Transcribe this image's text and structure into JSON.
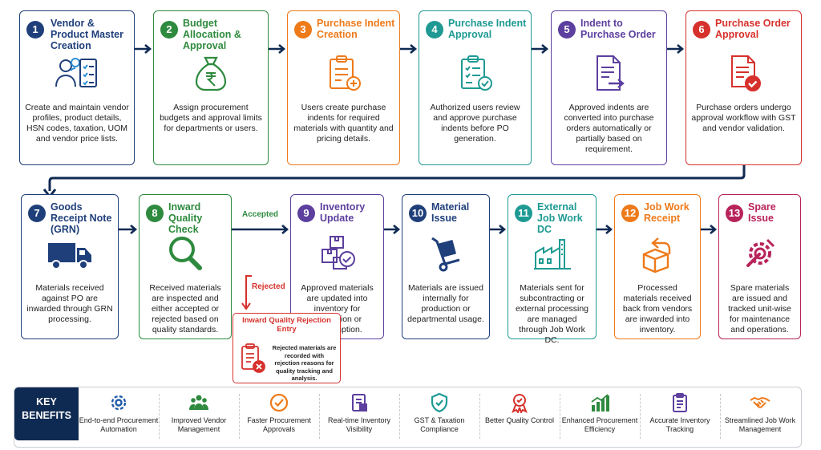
{
  "steps": [
    {
      "num": "1",
      "title": "Vendor & Product Master Creation",
      "desc": "Create and maintain vendor profiles, product details, HSN codes, taxation, UOM and vendor price lists.",
      "color": "#1f3f7a",
      "icon": "users-checklist-icon"
    },
    {
      "num": "2",
      "title": "Budget Allocation & Approval",
      "desc": "Assign procurement budgets and approval limits for departments or users.",
      "color": "#2e8a3e",
      "icon": "money-bag-icon"
    },
    {
      "num": "3",
      "title": "Purchase Indent Creation",
      "desc": "Users create purchase indents for required materials with quantity and pricing details.",
      "color": "#ee7a1a",
      "icon": "clipboard-add-icon"
    },
    {
      "num": "4",
      "title": "Purchase Indent Approval",
      "desc": "Authorized users review and approve purchase indents before PO generation.",
      "color": "#1e9a93",
      "icon": "clipboard-check-icon"
    },
    {
      "num": "5",
      "title": "Indent to Purchase Order",
      "desc": "Approved indents are converted into purchase orders automatically or partially based on requirement.",
      "color": "#5c3f9e",
      "icon": "document-arrow-icon"
    },
    {
      "num": "6",
      "title": "Purchase Order Approval",
      "desc": "Purchase orders undergo approval workflow with GST and vendor validation.",
      "color": "#d6312c",
      "icon": "document-check-icon"
    },
    {
      "num": "7",
      "title": "Goods Receipt Note (GRN)",
      "desc": "Materials received against PO are inwarded through GRN processing.",
      "color": "#1f3f7a",
      "icon": "truck-icon"
    },
    {
      "num": "8",
      "title": "Inward Quality Check",
      "desc": "Received materials are inspected and either accepted or rejected based on quality standards.",
      "color": "#2e8a3e",
      "icon": "magnifier-icon"
    },
    {
      "num": "9",
      "title": "Inventory Update",
      "desc": "Approved materials are updated into inventory for production or consumption.",
      "color": "#5c3f9e",
      "icon": "boxes-check-icon"
    },
    {
      "num": "10",
      "title": "Material Issue",
      "desc": "Materials are issued internally for production or departmental usage.",
      "color": "#1f3f7a",
      "icon": "hand-trolley-icon"
    },
    {
      "num": "11",
      "title": "External Job Work DC",
      "desc": "Materials sent for subcontracting or external processing are managed through Job Work DC.",
      "color": "#1e9a93",
      "icon": "factory-icon"
    },
    {
      "num": "12",
      "title": "Job Work Receipt",
      "desc": "Processed materials received back from vendors are inwarded into inventory.",
      "color": "#ee7a1a",
      "icon": "box-return-icon"
    },
    {
      "num": "13",
      "title": "Spare Issue",
      "desc": "Spare materials are issued and tracked unit-wise for maintenance and operations.",
      "color": "#b8235a",
      "icon": "wrench-gear-icon"
    }
  ],
  "qc": {
    "accepted_label": "Accepted",
    "rejected_label": "Rejected",
    "rejection_title": "Inward Quality Rejection Entry",
    "rejection_desc": "Rejected materials are recorded with rejection reasons for quality tracking and analysis."
  },
  "benefits": {
    "label": "KEY BENEFITS",
    "items": [
      {
        "text": "End-to-end Procurement Automation",
        "icon": "gear-icon",
        "color": "#1f5aa8"
      },
      {
        "text": "Improved Vendor Management",
        "icon": "team-icon",
        "color": "#2e8a3e"
      },
      {
        "text": "Faster Procurement Approvals",
        "icon": "check-circle-icon",
        "color": "#ee7a1a"
      },
      {
        "text": "Real-time Inventory Visibility",
        "icon": "report-icon",
        "color": "#5c3f9e"
      },
      {
        "text": "GST & Taxation Compliance",
        "icon": "shield-check-icon",
        "color": "#1e9a93"
      },
      {
        "text": "Better Quality Control",
        "icon": "award-icon",
        "color": "#d6312c"
      },
      {
        "text": "Enhanced Procurement Efficiency",
        "icon": "bar-chart-icon",
        "color": "#2e8a3e"
      },
      {
        "text": "Accurate Inventory Tracking",
        "icon": "clipboard-list-icon",
        "color": "#5c3f9e"
      },
      {
        "text": "Streamlined Job Work Management",
        "icon": "handshake-icon",
        "color": "#ee7a1a"
      }
    ]
  }
}
